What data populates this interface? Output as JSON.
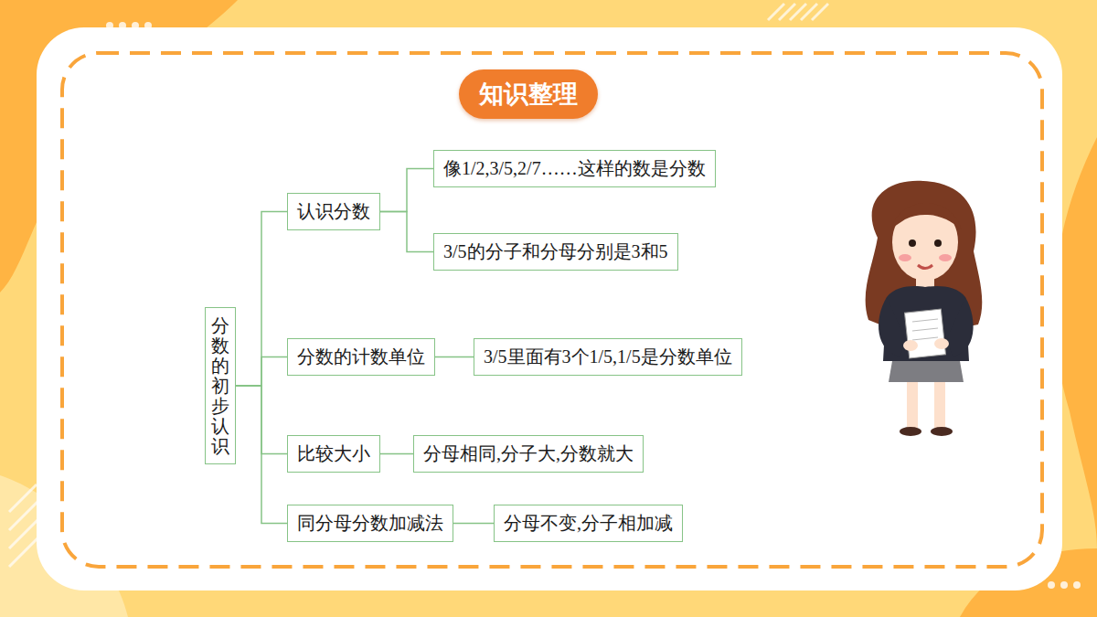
{
  "diagram": {
    "title": "知识整理",
    "nodes": [
      {
        "text": [
          "分数的初步认识"
        ]
      },
      {
        "text": [
          "认识分数"
        ]
      },
      {
        "text": [
          "像1/2,3/5,2/7……这样的数是分数"
        ]
      },
      {
        "text": [
          "3/5的分子和分母分别是3和5"
        ]
      },
      {
        "text": [
          "分数的计数单位"
        ]
      },
      {
        "text": [
          "3/5里面有3个1/5,1/5是分数单位"
        ]
      },
      {
        "text": [
          "比较大小"
        ]
      },
      {
        "text": [
          "分母相同,分子大,分数就大"
        ]
      },
      {
        "text": [
          "同分母分数加减法"
        ]
      },
      {
        "text": [
          "分母不变,分子相加减"
        ]
      }
    ],
    "edges": [
      {
        "from": 0,
        "to": 1,
        "arrow": "none"
      },
      {
        "from": 0,
        "to": 4,
        "arrow": "none"
      },
      {
        "from": 0,
        "to": 6,
        "arrow": "none"
      },
      {
        "from": 0,
        "to": 8,
        "arrow": "none"
      },
      {
        "from": 1,
        "to": 2,
        "arrow": "none"
      },
      {
        "from": 1,
        "to": 3,
        "arrow": "none"
      },
      {
        "from": 4,
        "to": 5,
        "arrow": "none"
      },
      {
        "from": 6,
        "to": 7,
        "arrow": "none"
      },
      {
        "from": 8,
        "to": 9,
        "arrow": "none"
      }
    ]
  }
}
